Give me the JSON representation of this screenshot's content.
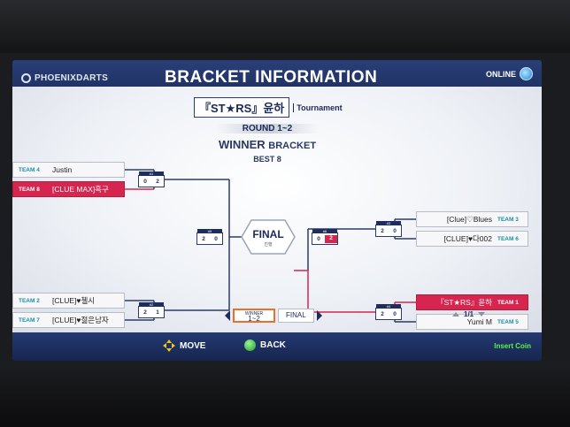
{
  "header": {
    "logo": "PHOENIXDARTS",
    "title": "BRACKET INFORMATION",
    "status": "ONLINE"
  },
  "tournament": {
    "name": "『ST★RS』윤하",
    "label": "Tournament",
    "round": "ROUND 1~2",
    "bracket_main": "WINNER",
    "bracket_sub": "BRACKET",
    "best": "BEST 8"
  },
  "left_entries": [
    {
      "team": "TEAM 4",
      "name": "Justin",
      "winner": false
    },
    {
      "team": "TEAM 8",
      "name": "[CLUE MAX]흑구",
      "winner": true
    },
    {
      "team": "TEAM 2",
      "name": "[CLUE]♥첼시",
      "winner": false
    },
    {
      "team": "TEAM 7",
      "name": "[CLUE]♥젊은남자",
      "winner": false
    }
  ],
  "right_entries": [
    {
      "team": "TEAM 3",
      "name": "[Clue]♡Blues",
      "winner": false
    },
    {
      "team": "TEAM 6",
      "name": "[CLUE]♥다002",
      "winner": false
    },
    {
      "team": "TEAM 1",
      "name": "『ST★RS』윤하",
      "winner": true
    },
    {
      "team": "TEAM 5",
      "name": "Yumi M",
      "winner": false
    }
  ],
  "matches": [
    {
      "no": "#1",
      "left": "0",
      "right": "2"
    },
    {
      "no": "#2",
      "left": "2",
      "right": "1"
    },
    {
      "no": "#3",
      "left": "2",
      "right": "0"
    },
    {
      "no": "#4",
      "left": "2",
      "right": "0"
    },
    {
      "no": "#5",
      "left": "2",
      "right": "0"
    },
    {
      "no": "#6",
      "left": "0",
      "right": "2"
    }
  ],
  "final": {
    "label": "FINAL",
    "sub": "진행"
  },
  "pager": {
    "active_small": "WINNER",
    "active_label": "1~2",
    "next_label": "FINAL",
    "page": "1/1"
  },
  "footer": {
    "move": "MOVE",
    "back": "BACK",
    "insert": "Insert Coin"
  },
  "colors": {
    "winner": "#d6254f",
    "navy": "#1d2e5e",
    "accent_orange": "#e8702a"
  }
}
